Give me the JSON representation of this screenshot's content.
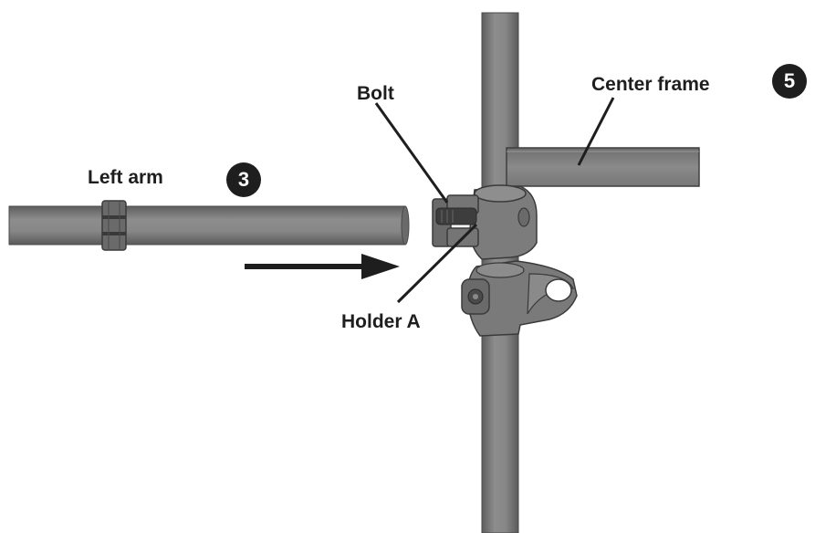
{
  "labels": {
    "bolt": "Bolt",
    "center_frame": "Center frame",
    "left_arm": "Left arm",
    "holder_a": "Holder A"
  },
  "steps": {
    "step_3": "3",
    "step_5": "5"
  },
  "colors": {
    "pipe": "#7b7b7b",
    "pipe_dark": "#5c5c5c",
    "pipe_light": "#9a9a9a",
    "outline": "#3a3a3a",
    "text": "#1e1e1e"
  }
}
